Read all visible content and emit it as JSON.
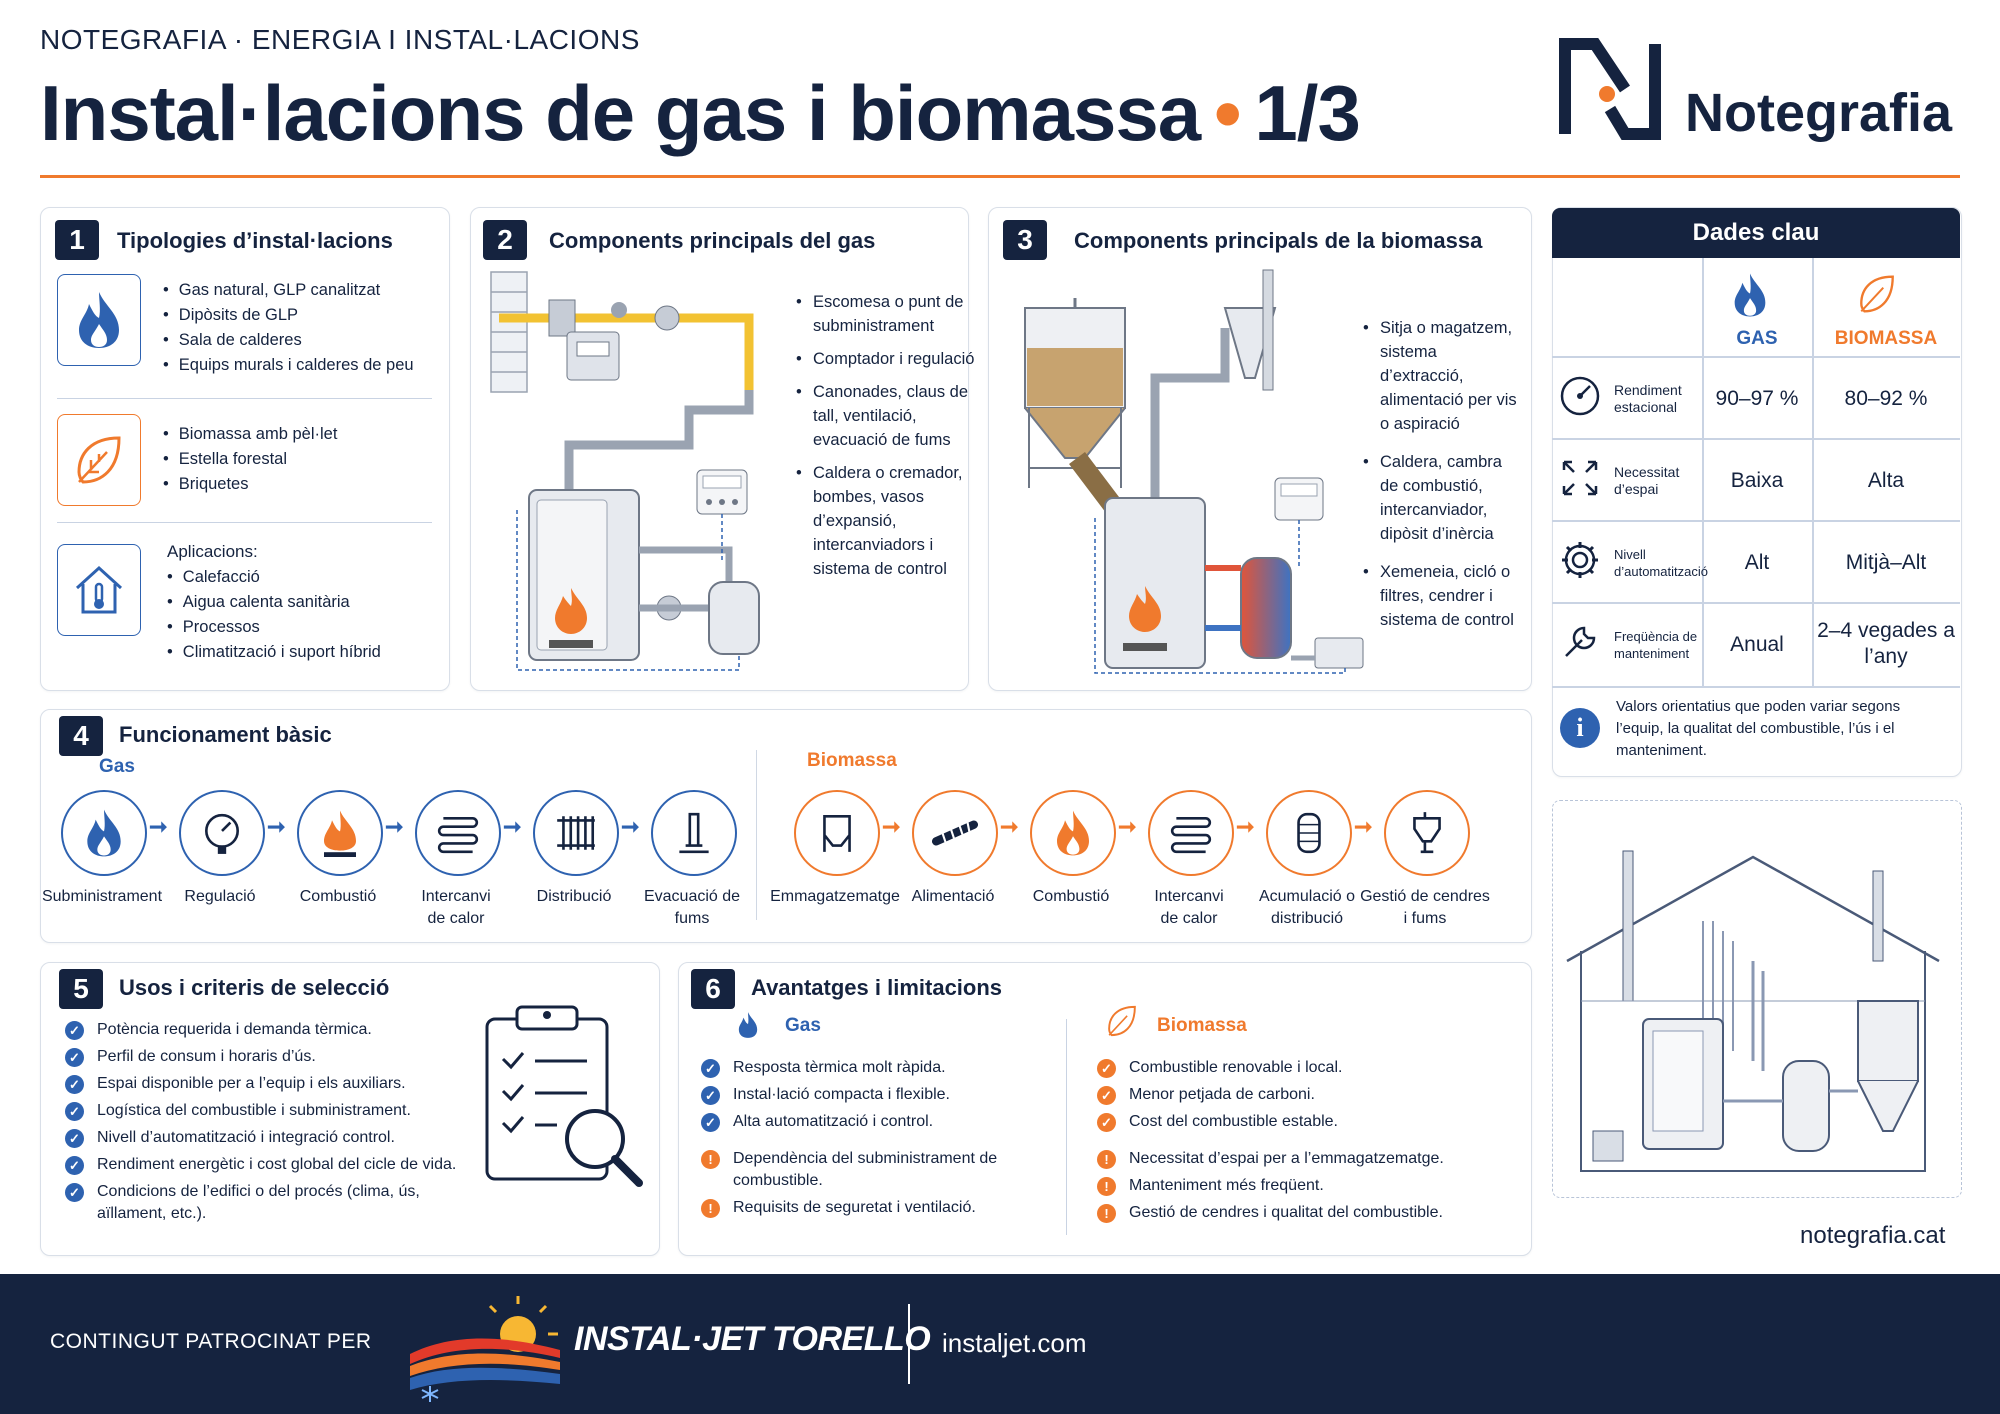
{
  "header": {
    "kicker": "NOTEGRAFIA · ENERGIA I INSTAL·LACIONS",
    "title": "Instal·lacions de gas i biomassa",
    "title_dot": "•",
    "page": "1/3",
    "brand": "Notegrafia"
  },
  "colors": {
    "navy": "#15233f",
    "blue": "#2e62b0",
    "orange": "#f07a2d"
  },
  "s1": {
    "num": "1",
    "title": "Tipologies d’instal·lacions",
    "gas_items": [
      "Gas natural, GLP canalitzat",
      "Dipòsits de GLP",
      "Sala de calderes",
      "Equips murals i calderes de peu"
    ],
    "bio_items": [
      "Biomassa amb pèl·let",
      "Estella forestal",
      "Briquetes"
    ],
    "apps_head": "Aplicacions:",
    "apps_items": [
      "Calefacció",
      "Aigua calenta sanitària",
      "Processos",
      "Climatització i suport híbrid"
    ]
  },
  "s2": {
    "num": "2",
    "title": "Components principals del gas",
    "items": [
      "Escomesa o punt de subministrament",
      "Comptador i regulació",
      "Canonades, claus de tall, ventilació, evacuació de fums",
      "Caldera o cremador, bombes, vasos d’expansió, intercanviadors i sistema de control"
    ]
  },
  "s3": {
    "num": "3",
    "title": "Components principals de la biomassa",
    "items": [
      "Sitja o magatzem, sistema d’extracció, alimentació per vis o aspiració",
      "Caldera, cambra de combustió, intercanviador, dipòsit d’inèrcia",
      "Xemeneia, cicló o filtres, cendrer i sistema de control"
    ]
  },
  "dades": {
    "title": "Dades clau",
    "col_gas": "GAS",
    "col_bio": "BIOMASSA",
    "rows": [
      {
        "label": "Rendiment estacional",
        "gas": "90–97 %",
        "bio": "80–92 %"
      },
      {
        "label": "Necessitat d’espai",
        "gas": "Baixa",
        "bio": "Alta"
      },
      {
        "label": "Nivell d’automatització",
        "gas": "Alt",
        "bio": "Mitjà–Alt"
      },
      {
        "label": "Freqüència de manteniment",
        "gas": "Anual",
        "bio": "2–4 vegades a l’any"
      }
    ],
    "note": "Valors orientatius que poden variar segons l’equip, la qualitat del combustible, l’ús i el manteniment."
  },
  "s4": {
    "num": "4",
    "title": "Funcionament bàsic",
    "gas_label": "Gas",
    "bio_label": "Biomassa",
    "gas_steps": [
      "Subministrament",
      "Regulació",
      "Combustió",
      "Intercanvi de calor",
      "Distribució",
      "Evacuació de fums"
    ],
    "bio_steps": [
      "Emmagatzematge",
      "Alimentació",
      "Combustió",
      "Intercanvi de calor",
      "Acumulació o distribució",
      "Gestió de cendres i fums"
    ]
  },
  "s5": {
    "num": "5",
    "title": "Usos i criteris de selecció",
    "items": [
      "Potència requerida i demanda tèrmica.",
      "Perfil de consum i horaris d’ús.",
      "Espai disponible per a l’equip i els auxiliars.",
      "Logística del combustible i subministrament.",
      "Nivell d’automatització i integració control.",
      "Rendiment energètic i cost global del cicle de vida.",
      "Condicions de l’edifici o del procés (clima, ús, aïllament, etc.)."
    ]
  },
  "s6": {
    "num": "6",
    "title": "Avantatges i limitacions",
    "gas_label": "Gas",
    "bio_label": "Biomassa",
    "gas_pros": [
      "Resposta tèrmica molt ràpida.",
      "Instal·lació compacta i flexible.",
      "Alta automatització i control."
    ],
    "gas_cons": [
      "Dependència del subministrament de combustible.",
      "Requisits de seguretat i ventilació."
    ],
    "bio_pros": [
      "Combustible renovable i local.",
      "Menor petjada de carboni.",
      "Cost del combustible estable."
    ],
    "bio_cons": [
      "Necessitat d’espai per a l’emmagatzematge.",
      "Manteniment més freqüent.",
      "Gestió de cendres i qualitat del combustible."
    ]
  },
  "site": "notegrafia.cat",
  "footer": {
    "sponsor": "CONTINGUT PATROCINAT PER",
    "sponsor_brand": "INSTAL·JET TORELLO",
    "url": "instaljet.com"
  }
}
